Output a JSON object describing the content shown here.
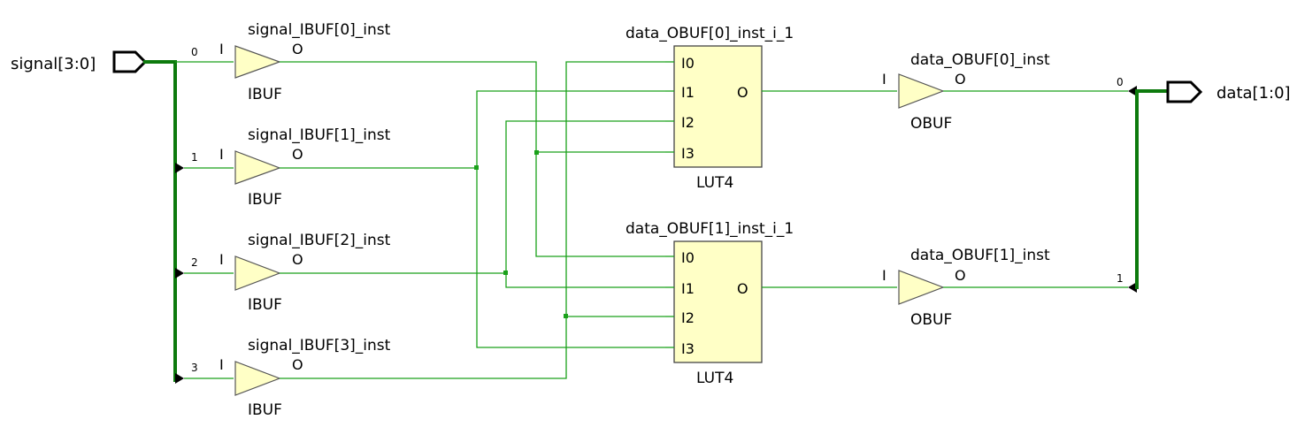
{
  "ports": {
    "input_name": "signal[3:0]",
    "output_name": "data[1:0]"
  },
  "input_bits": [
    "0",
    "1",
    "2",
    "3"
  ],
  "output_bits": [
    "0",
    "1"
  ],
  "ibufs": [
    {
      "inst": "signal_IBUF[0]_inst",
      "type": "IBUF",
      "in_pin": "I",
      "out_pin": "O"
    },
    {
      "inst": "signal_IBUF[1]_inst",
      "type": "IBUF",
      "in_pin": "I",
      "out_pin": "O"
    },
    {
      "inst": "signal_IBUF[2]_inst",
      "type": "IBUF",
      "in_pin": "I",
      "out_pin": "O"
    },
    {
      "inst": "signal_IBUF[3]_inst",
      "type": "IBUF",
      "in_pin": "I",
      "out_pin": "O"
    }
  ],
  "luts": [
    {
      "inst": "data_OBUF[0]_inst_i_1",
      "type": "LUT4",
      "pins": [
        "I0",
        "I1",
        "I2",
        "I3"
      ],
      "out_pin": "O"
    },
    {
      "inst": "data_OBUF[1]_inst_i_1",
      "type": "LUT4",
      "pins": [
        "I0",
        "I1",
        "I2",
        "I3"
      ],
      "out_pin": "O"
    }
  ],
  "obufs": [
    {
      "inst": "data_OBUF[0]_inst",
      "type": "OBUF",
      "in_pin": "I",
      "out_pin": "O"
    },
    {
      "inst": "data_OBUF[1]_inst",
      "type": "OBUF",
      "in_pin": "I",
      "out_pin": "O"
    }
  ],
  "colors": {
    "wire": "#1aa11a",
    "bus": "#0d7a0d",
    "cell_fill": "#ffffc6"
  }
}
